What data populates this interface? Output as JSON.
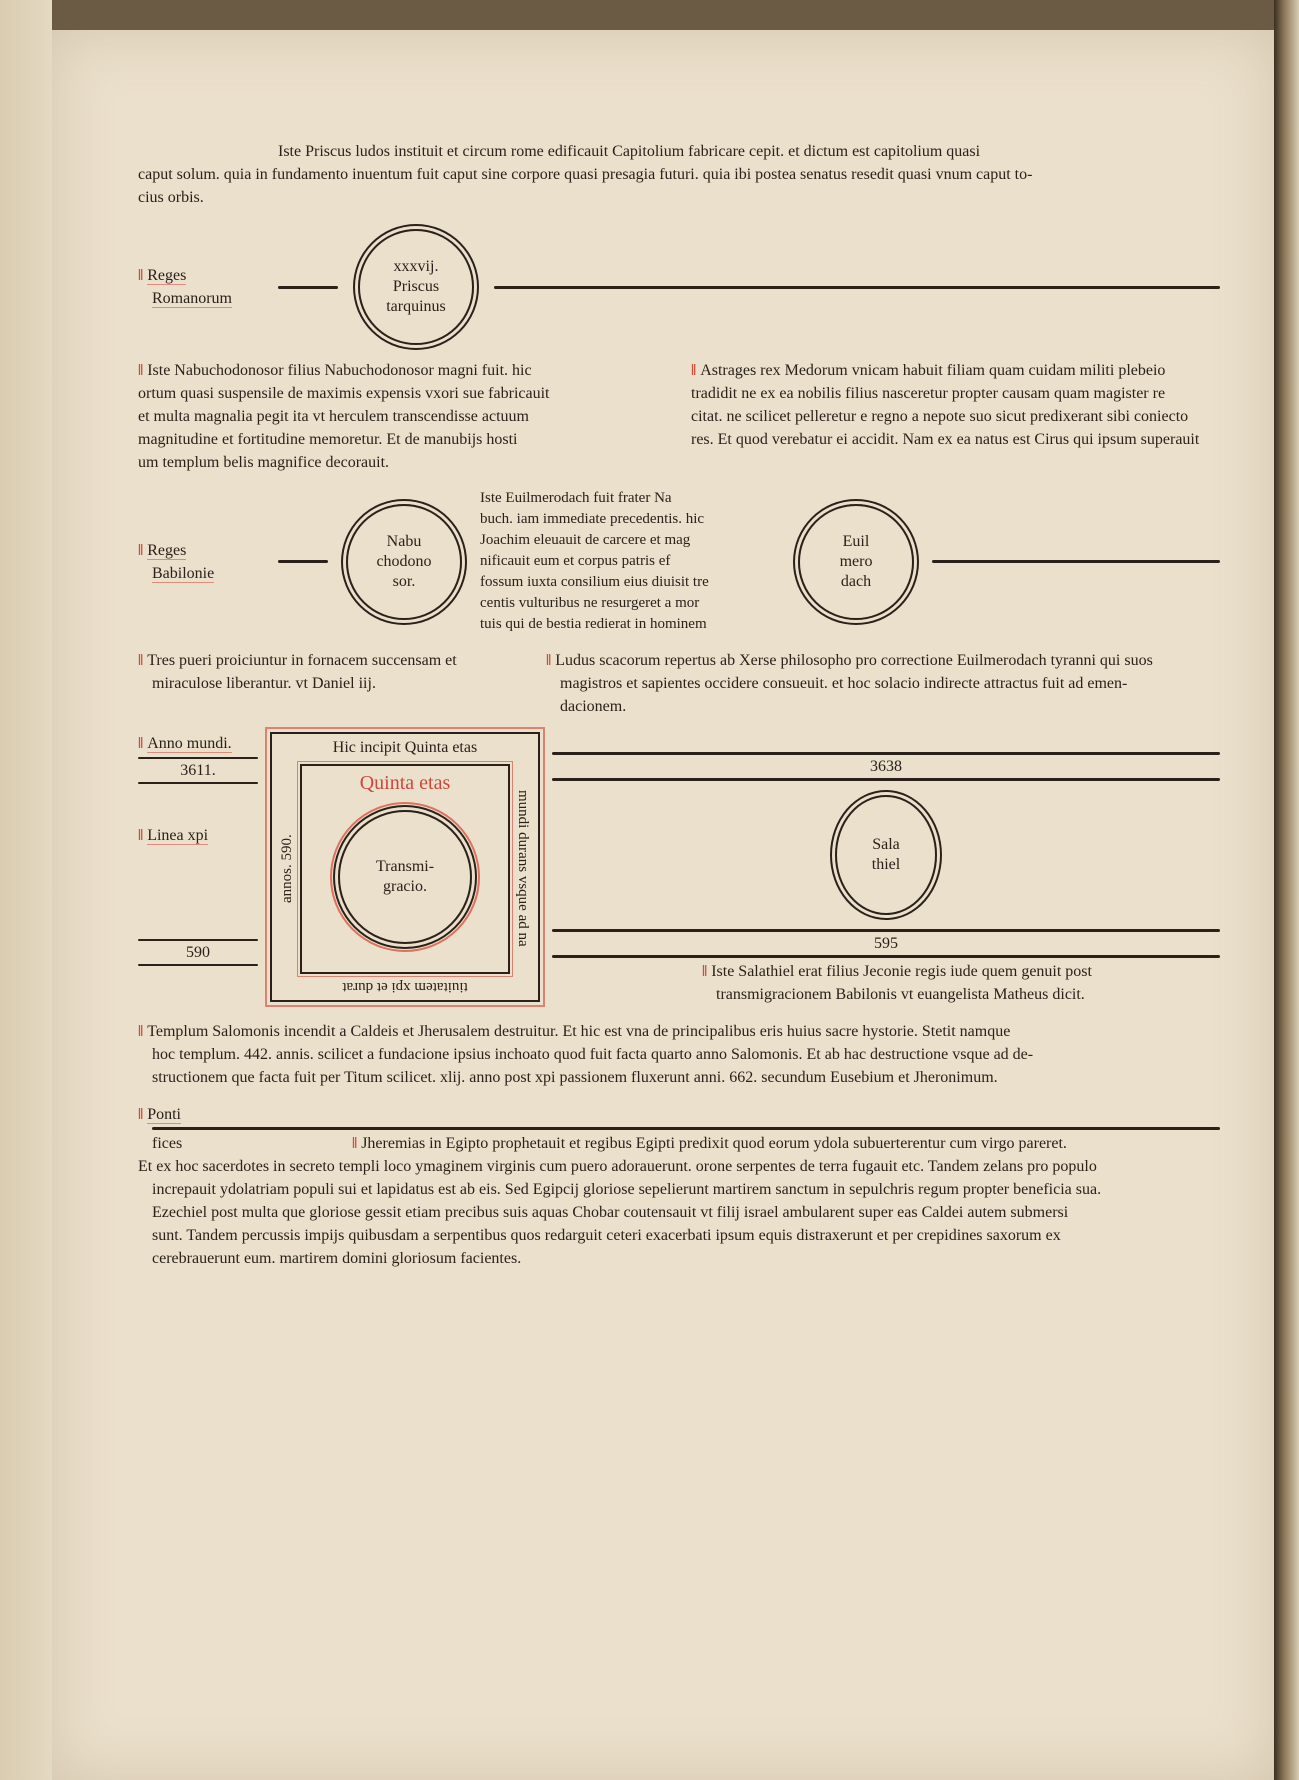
{
  "top_paragraph": {
    "lines": [
      "Iste Priscus ludos instituit et circum rome edificauit Capitolium fabricare cepit. et dictum est capitolium quasi",
      "caput solum. quia in fundamento inuentum fuit caput sine corpore quasi presagia futuri. quia ibi postea senatus resedit quasi vnum caput to-",
      "cius orbis."
    ]
  },
  "reges_romanorum": {
    "label_1": "Reges",
    "label_2": "Romanorum",
    "circle": [
      "xxxvij.",
      "Priscus",
      "tarquinus"
    ]
  },
  "nabuchodonosor_paragraph": [
    "Iste Nabuchodonosor filius Nabuchodonosor magni fuit. hic",
    "ortum quasi suspensile de maximis expensis vxori sue fabricauit",
    "et multa magnalia pegit ita vt herculem transcendisse actuum",
    "magnitudine et fortitudine memoretur. Et de manubijs hosti",
    "um templum belis magnifice decorauit."
  ],
  "astrages_paragraph": [
    "Astrages rex Medorum vnicam habuit filiam quam cuidam militi plebeio",
    "tradidit ne ex ea nobilis filius nasceretur propter causam quam magister re",
    "citat. ne scilicet pelleretur e regno a nepote suo sicut predixerant sibi coniecto",
    "res. Et quod verebatur ei accidit. Nam ex ea natus est Cirus qui ipsum superauit"
  ],
  "reges_babilonie": {
    "label_1": "Reges",
    "label_2": "Babilonie",
    "circle_1": [
      "Nabu",
      "chodono",
      "sor."
    ],
    "circle_2": [
      "Euil",
      "mero",
      "dach"
    ]
  },
  "euilmerodach_paragraph": [
    "Iste Euilmerodach fuit frater Na",
    "buch. iam immediate precedentis. hic",
    "Joachim eleuauit de carcere et mag",
    "nificauit eum et corpus patris ef",
    "fossum iuxta consilium eius diuisit tre",
    "centis vulturibus ne resurgeret a mor",
    "tuis qui de bestia redierat in hominem"
  ],
  "tres_pueri": [
    "Tres pueri proiciuntur in fornacem succensam et",
    "miraculose liberantur. vt Daniel iij."
  ],
  "ludus_scacorum": [
    "Ludus scacorum repertus ab Xerse philosopho pro correctione Euilmerodach tyranni qui suos",
    "magistros et sapientes occidere consueuit. et hoc solacio indirecte attractus fuit ad emen-",
    "dacionem."
  ],
  "anno_mundi": {
    "label": "Anno mundi.",
    "value_left": "3611.",
    "value_right": "3638",
    "value_bottom_left": "590",
    "value_bottom_right": "595"
  },
  "linea_christi": "Linea xpi",
  "quinta_etas_box": {
    "top": "Hic incipit Quinta etas",
    "title": "Quinta etas",
    "circle": [
      "Transmi-",
      "gracio."
    ],
    "left_side": "annos. 590.",
    "right_side": "mundi durans vsque ad na",
    "bottom": "tiuitatem xpi et durat"
  },
  "salathiel": {
    "circle": [
      "Sala",
      "thiel"
    ],
    "note": [
      "Iste Salathiel erat filius Jeconie regis iude quem genuit post",
      "transmigracionem Babilonis vt euangelista Matheus dicit."
    ]
  },
  "templum_paragraph": [
    "Templum Salomonis incendit a Caldeis et Jherusalem destruitur. Et hic est vna de principalibus eris huius sacre hystorie. Stetit namque",
    "hoc templum. 442. annis. scilicet a fundacione ipsius inchoato quod fuit facta quarto anno Salomonis. Et ab hac destructione vsque ad de-",
    "structionem que facta fuit per Titum scilicet. xlij. anno post xpi passionem fluxerunt anni. 662. secundum Eusebium et Jheronimum."
  ],
  "pontifices": {
    "label_1": "Ponti",
    "label_2": "fices"
  },
  "jeremias_paragraph": [
    "Jheremias in Egipto prophetauit et regibus Egipti predixit quod eorum ydola subuerterentur cum virgo pareret.",
    "Et ex hoc sacerdotes in secreto templi loco ymaginem virginis cum puero adorauerunt. orone serpentes de terra fugauit etc. Tandem zelans pro populo",
    "increpauit ydolatriam populi sui et lapidatus est ab eis. Sed Egipcij gloriose sepelierunt martirem sanctum in sepulchris regum propter beneficia sua.",
    "Ezechiel post multa que gloriose gessit etiam precibus suis aquas Chobar coutensauit vt filij israel ambularent super eas Caldei autem submersi",
    "sunt. Tandem percussis impijs quibusdam a serpentibus quos redarguit ceteri exacerbati ipsum equis distraxerunt et per crepidines saxorum ex",
    "cerebrauerunt eum. martirem domini gloriosum facientes."
  ]
}
